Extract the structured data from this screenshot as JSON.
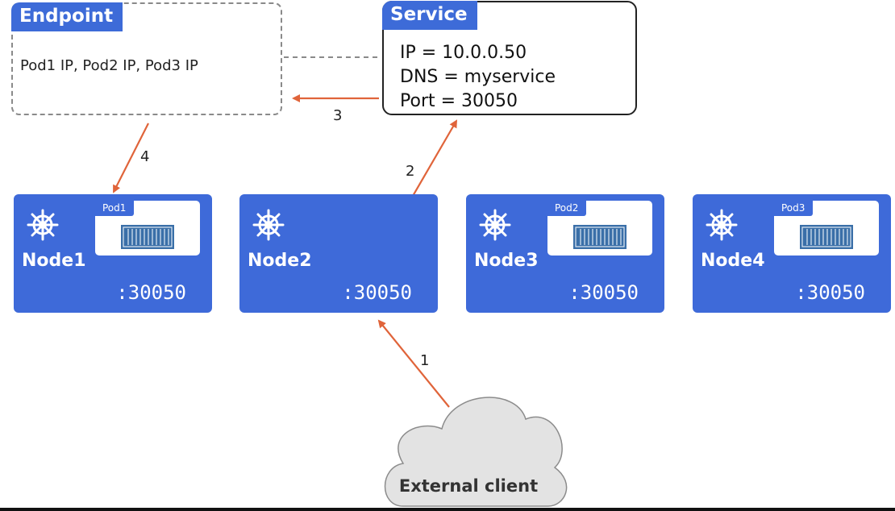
{
  "endpoint": {
    "title": "Endpoint",
    "text": "Pod1 IP, Pod2 IP, Pod3 IP"
  },
  "service": {
    "title": "Service",
    "ip": "IP = 10.0.0.50",
    "dns": "DNS = myservice",
    "port": "Port = 30050"
  },
  "nodes": [
    {
      "name": "Node1",
      "port": ":30050",
      "pod": "Pod1"
    },
    {
      "name": "Node2",
      "port": ":30050",
      "pod": ""
    },
    {
      "name": "Node3",
      "port": ":30050",
      "pod": "Pod2"
    },
    {
      "name": "Node4",
      "port": ":30050",
      "pod": "Pod3"
    }
  ],
  "steps": [
    "1",
    "2",
    "3",
    "4"
  ],
  "client": {
    "label": "External client"
  },
  "colors": {
    "node_blue": "#3e6ad9",
    "arrow_orange": "#e0643a",
    "cloud_fill": "#e3e3e3",
    "container_blue": "#3a6fa8"
  },
  "icons": {
    "node_icon": "kubernetes-helm-icon",
    "pod_icon": "container-icon",
    "client_icon": "cloud-icon"
  }
}
